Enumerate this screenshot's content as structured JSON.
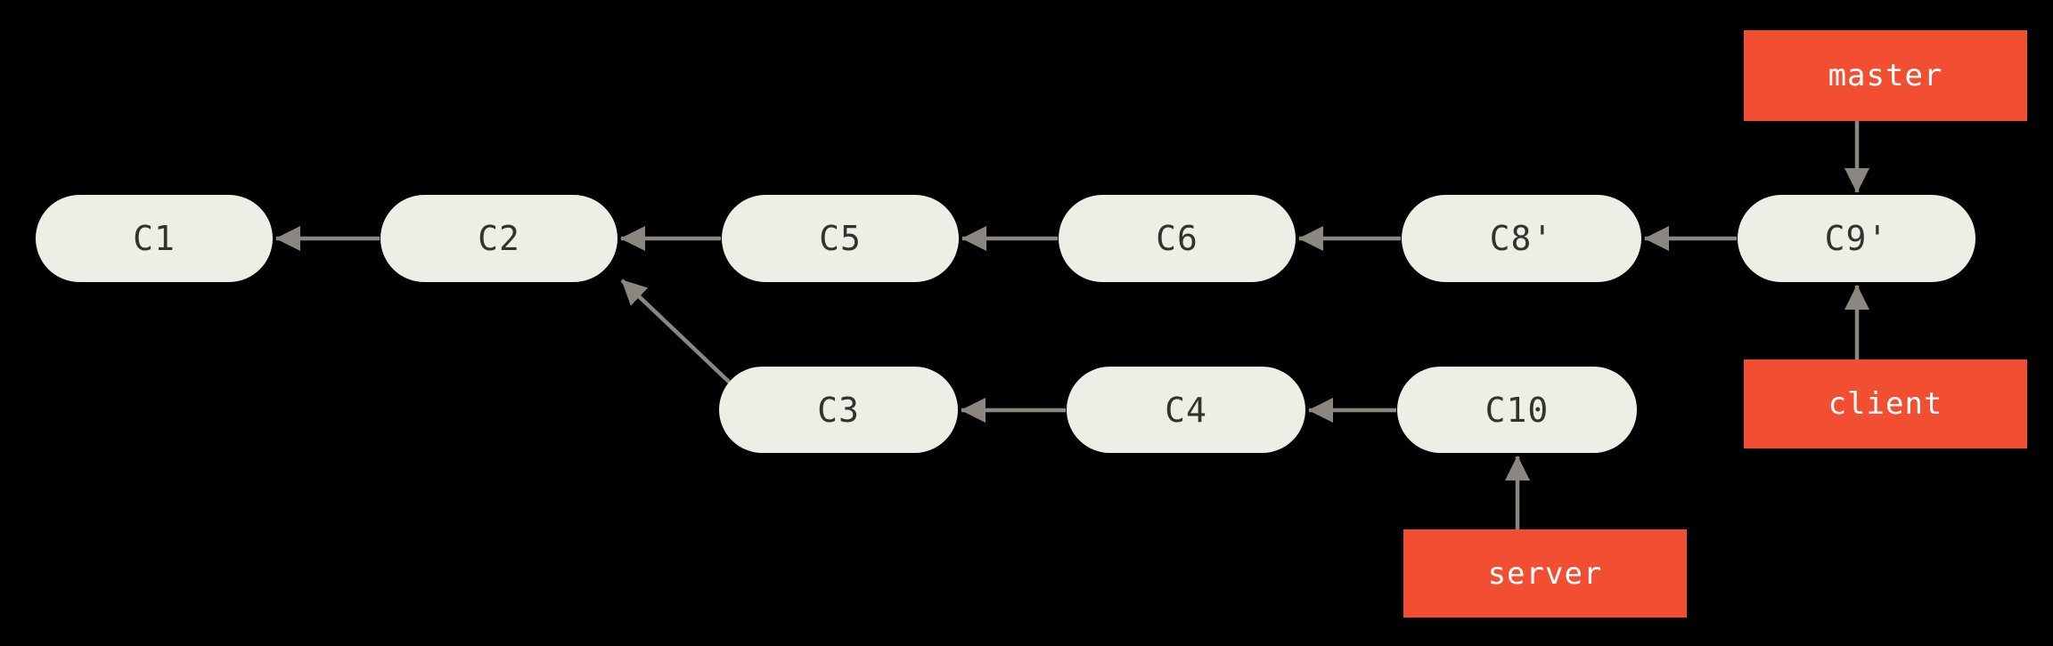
{
  "diagram": {
    "type": "git-commit-graph",
    "colors": {
      "background": "#000000",
      "commit_fill": "#efeee6",
      "commit_text": "#33322e",
      "arrow": "#8c8680",
      "branch_fill": "#f14e32",
      "branch_text": "#ffffff"
    },
    "commits": [
      {
        "id": "C1",
        "label": "C1"
      },
      {
        "id": "C2",
        "label": "C2"
      },
      {
        "id": "C5",
        "label": "C5"
      },
      {
        "id": "C6",
        "label": "C6"
      },
      {
        "id": "C8p",
        "label": "C8'"
      },
      {
        "id": "C9p",
        "label": "C9'"
      },
      {
        "id": "C3",
        "label": "C3"
      },
      {
        "id": "C4",
        "label": "C4"
      },
      {
        "id": "C10",
        "label": "C10"
      }
    ],
    "branches": [
      {
        "id": "master",
        "label": "master",
        "points_to": "C9'"
      },
      {
        "id": "client",
        "label": "client",
        "points_to": "C9'"
      },
      {
        "id": "server",
        "label": "server",
        "points_to": "C10"
      }
    ],
    "edges": [
      {
        "from": "C2",
        "to": "C1"
      },
      {
        "from": "C5",
        "to": "C2"
      },
      {
        "from": "C6",
        "to": "C5"
      },
      {
        "from": "C8p",
        "to": "C6"
      },
      {
        "from": "C9p",
        "to": "C8p"
      },
      {
        "from": "C3",
        "to": "C2"
      },
      {
        "from": "C4",
        "to": "C3"
      },
      {
        "from": "C10",
        "to": "C4"
      },
      {
        "from": "master",
        "to": "C9p"
      },
      {
        "from": "client",
        "to": "C9p"
      },
      {
        "from": "server",
        "to": "C10"
      }
    ]
  }
}
